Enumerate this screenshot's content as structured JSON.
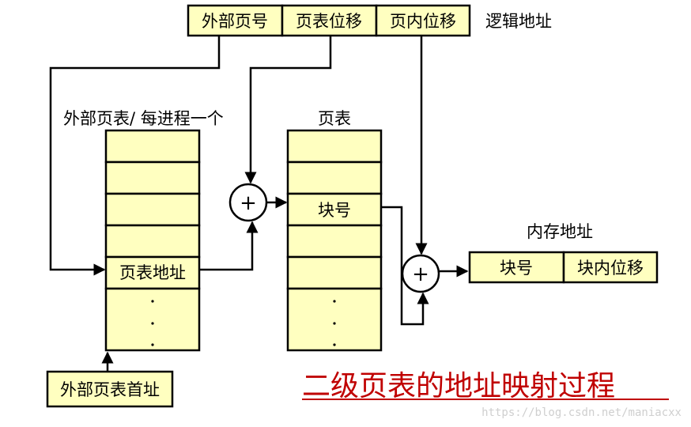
{
  "logical_address": {
    "caption": "逻辑地址",
    "fields": [
      "外部页号",
      "页表位移",
      "页内位移"
    ]
  },
  "outer_page_table": {
    "caption": "外部页表/ 每进程一个",
    "entry_label": "页表地址",
    "base_label": "外部页表首址"
  },
  "page_table": {
    "caption": "页表",
    "entry_label": "块号"
  },
  "physical_address": {
    "caption": "内存地址",
    "fields": [
      "块号",
      "块内位移"
    ]
  },
  "adder_symbol": "+",
  "title": "二级页表的地址映射过程",
  "watermark": "https://blog.csdn.net/maniacxx"
}
